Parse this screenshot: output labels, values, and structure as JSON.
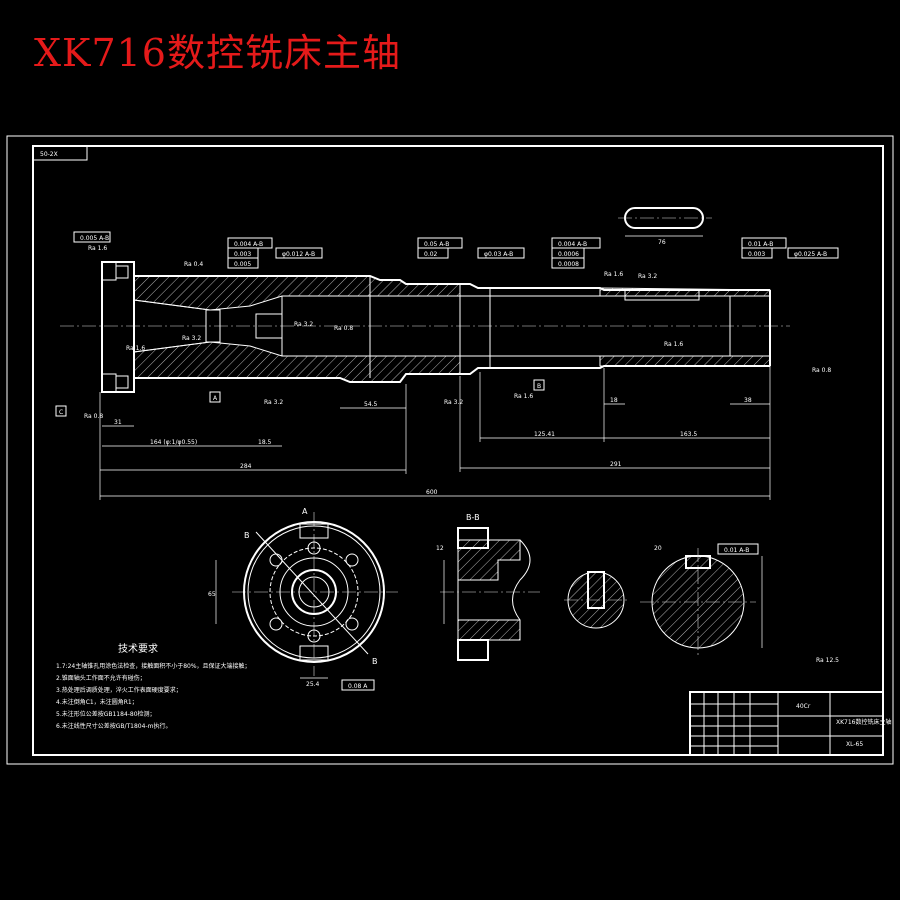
{
  "title": "XK716数控铣床主轴",
  "corner_tag": "50-2X",
  "tech_requirements": {
    "heading": "技术要求",
    "items": [
      "1.7:24主轴锥孔用涂色法检查，接触面积不小于80%，且保证大端接触；",
      "2.锥面轴头工作面不允许有碰伤；",
      "3.热处理后调质处理，淬火工作表面硬度要求；",
      "4.未注倒角C1，未注圆角R1；",
      "5.未注形位公差按GB1184-80检测；",
      "6.未注线性尺寸公差按GB/T1804-m执行。"
    ]
  },
  "datums": [
    "A",
    "B",
    "C"
  ],
  "tolerance_frames": [
    {
      "label": "0.005 A-B"
    },
    {
      "label": "0.004 A-B"
    },
    {
      "label": "0.003"
    },
    {
      "label": "0.005"
    },
    {
      "label": "φ0.012 A-B"
    },
    {
      "label": "0.05 A-B"
    },
    {
      "label": "0.02"
    },
    {
      "label": "φ0.03 A-B"
    },
    {
      "label": "0.004 A-B"
    },
    {
      "label": "0.0006"
    },
    {
      "label": "0.0008"
    },
    {
      "label": "0.01 A-B"
    },
    {
      "label": "0.003"
    },
    {
      "label": "φ0.025 A-B"
    },
    {
      "label": "0.01 A-B"
    },
    {
      "label": "0.08 A"
    }
  ],
  "roughness_marks": [
    "Ra 1.6",
    "Ra 0.4",
    "Ra 3.2",
    "Ra 0.8",
    "Ra 3.2",
    "Ra 1.6",
    "Ra 3.2",
    "Ra 0.8",
    "Ra 1.6",
    "Ra 3.2",
    "Ra 1.6",
    "Ra 3.2",
    "Ra 1.6",
    "Ra 0.8",
    "Ra 12.5"
  ],
  "dimensions": {
    "d31": "31",
    "d18": "18.5",
    "d164": "164 (φ:1/φ0.55)",
    "d284": "284",
    "d54": "54.5",
    "d125": "125.41",
    "d163": "163.5",
    "d291": "291",
    "d600": "600",
    "d38": "38",
    "d18b": "18",
    "d76": "76",
    "d25": "25.4",
    "d65": "65",
    "d12": "12",
    "d20": "20"
  },
  "section_labels": {
    "bb": "B-B",
    "a": "A",
    "b": "B",
    "a2": "A",
    "b2": "B"
  },
  "title_block": {
    "material": "40Cr",
    "name": "XK716数控铣床主轴",
    "code": "XL-65"
  }
}
